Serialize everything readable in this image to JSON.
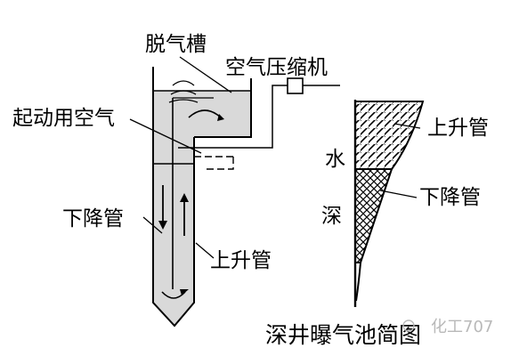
{
  "labels": {
    "degas_tank": "脱气槽",
    "air_compressor": "空气压缩机",
    "startup_air": "起动用空气",
    "downcomer": "下降管",
    "riser": "上升管",
    "profile_riser": "上升管",
    "profile_downcomer": "下降管",
    "depth_water": "水",
    "depth_deep": "深",
    "title": "深井曝气池简图"
  },
  "watermark": {
    "text": "化工707"
  },
  "colors": {
    "line": "#000000",
    "background": "#ffffff",
    "tank_fill": "#d9d9d9",
    "watermark": "#b9b9b9"
  }
}
